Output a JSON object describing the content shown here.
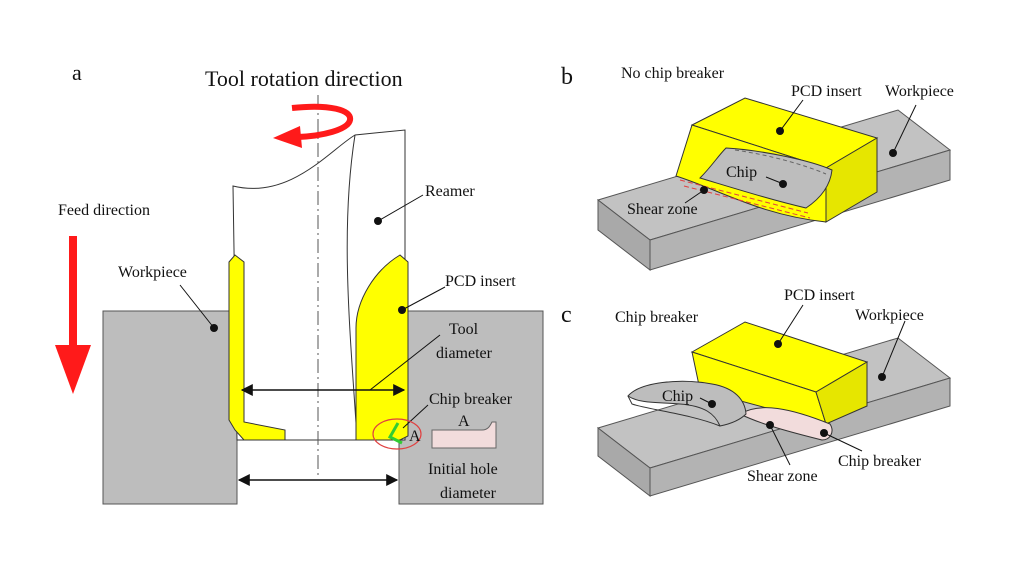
{
  "panel_a": {
    "letter": "a",
    "rotation_label": "Tool rotation direction",
    "feed_label": "Feed direction",
    "reamer_label": "Reamer",
    "workpiece_label": "Workpiece",
    "pcd_label": "PCD insert",
    "tool_diameter_line1": "Tool",
    "tool_diameter_line2": "diameter",
    "chip_breaker_label": "Chip breaker",
    "detail_marker": "A",
    "detail_inset_label": "A",
    "hole_diameter_line1": "Initial hole",
    "hole_diameter_line2": "diameter"
  },
  "panel_b": {
    "letter": "b",
    "title": "No chip breaker",
    "pcd_label": "PCD insert",
    "workpiece_label": "Workpiece",
    "chip_label": "Chip",
    "shear_label": "Shear zone"
  },
  "panel_c": {
    "letter": "c",
    "title": "Chip breaker",
    "pcd_label": "PCD insert",
    "workpiece_label": "Workpiece",
    "chip_label": "Chip",
    "shear_label": "Shear zone",
    "chip_breaker_label": "Chip breaker"
  },
  "colors": {
    "insert_yellow": "#ffff00",
    "workpiece_gray": "#bdbdbd",
    "arrow_red": "#ff1a1a",
    "chip_breaker_green": "#33cc33",
    "chip_pink": "#f2dcdc"
  }
}
